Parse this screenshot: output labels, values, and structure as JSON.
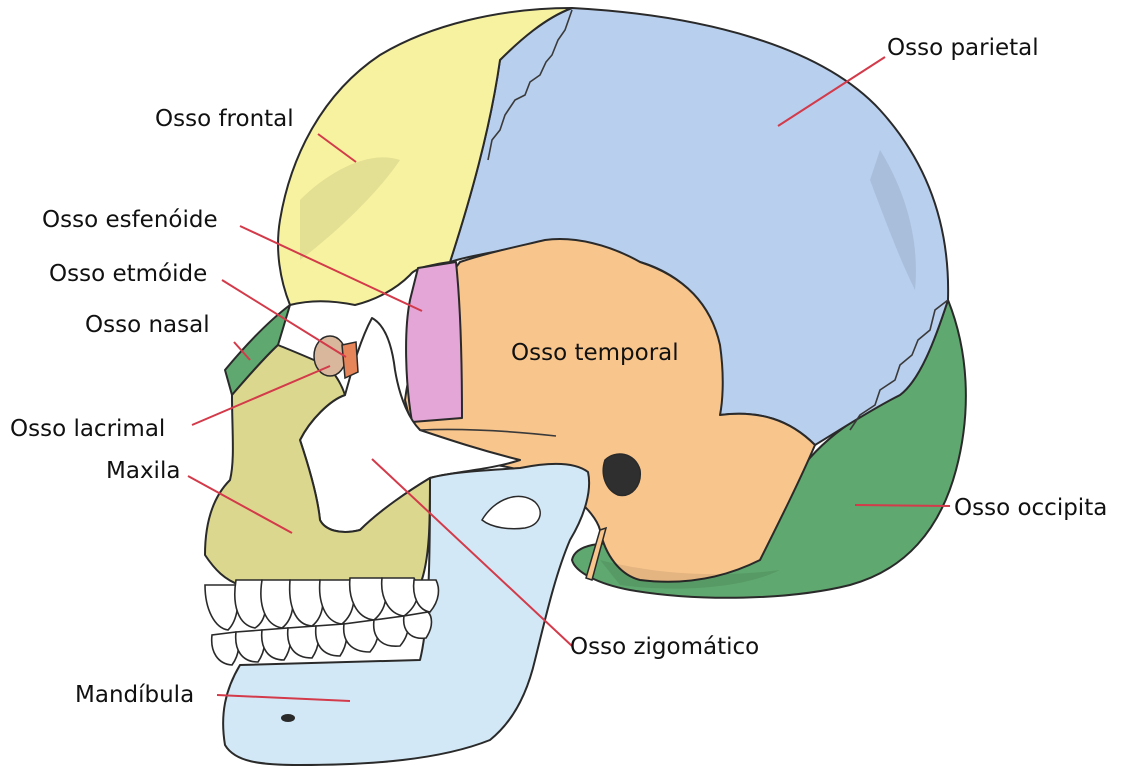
{
  "labels": {
    "parietal": "Osso parietal",
    "frontal": "Osso frontal",
    "esfenoide": "Osso esfenóide",
    "etmoide": "Osso etmóide",
    "nasal": "Osso nasal",
    "temporal": "Osso temporal",
    "lacrimal": "Osso lacrimal",
    "maxila": "Maxila",
    "occipital": "Osso occipita",
    "zigomatico": "Osso zigomático",
    "mandibula": "Mandíbula"
  },
  "colors": {
    "frontal": "#f7f2a0",
    "parietal": "#b8cfee",
    "temporal": "#f8c58c",
    "occipital": "#5fa86f",
    "esfenoide": "#e3a6d6",
    "etmoide": "#e7855a",
    "lacrimal": "#d8b79c",
    "nasal": "#5fa86f",
    "maxila": "#dcd78e",
    "zigomatico": "#ffffff",
    "mandibula": "#d3e8f6",
    "leader": "#d33a4a"
  }
}
